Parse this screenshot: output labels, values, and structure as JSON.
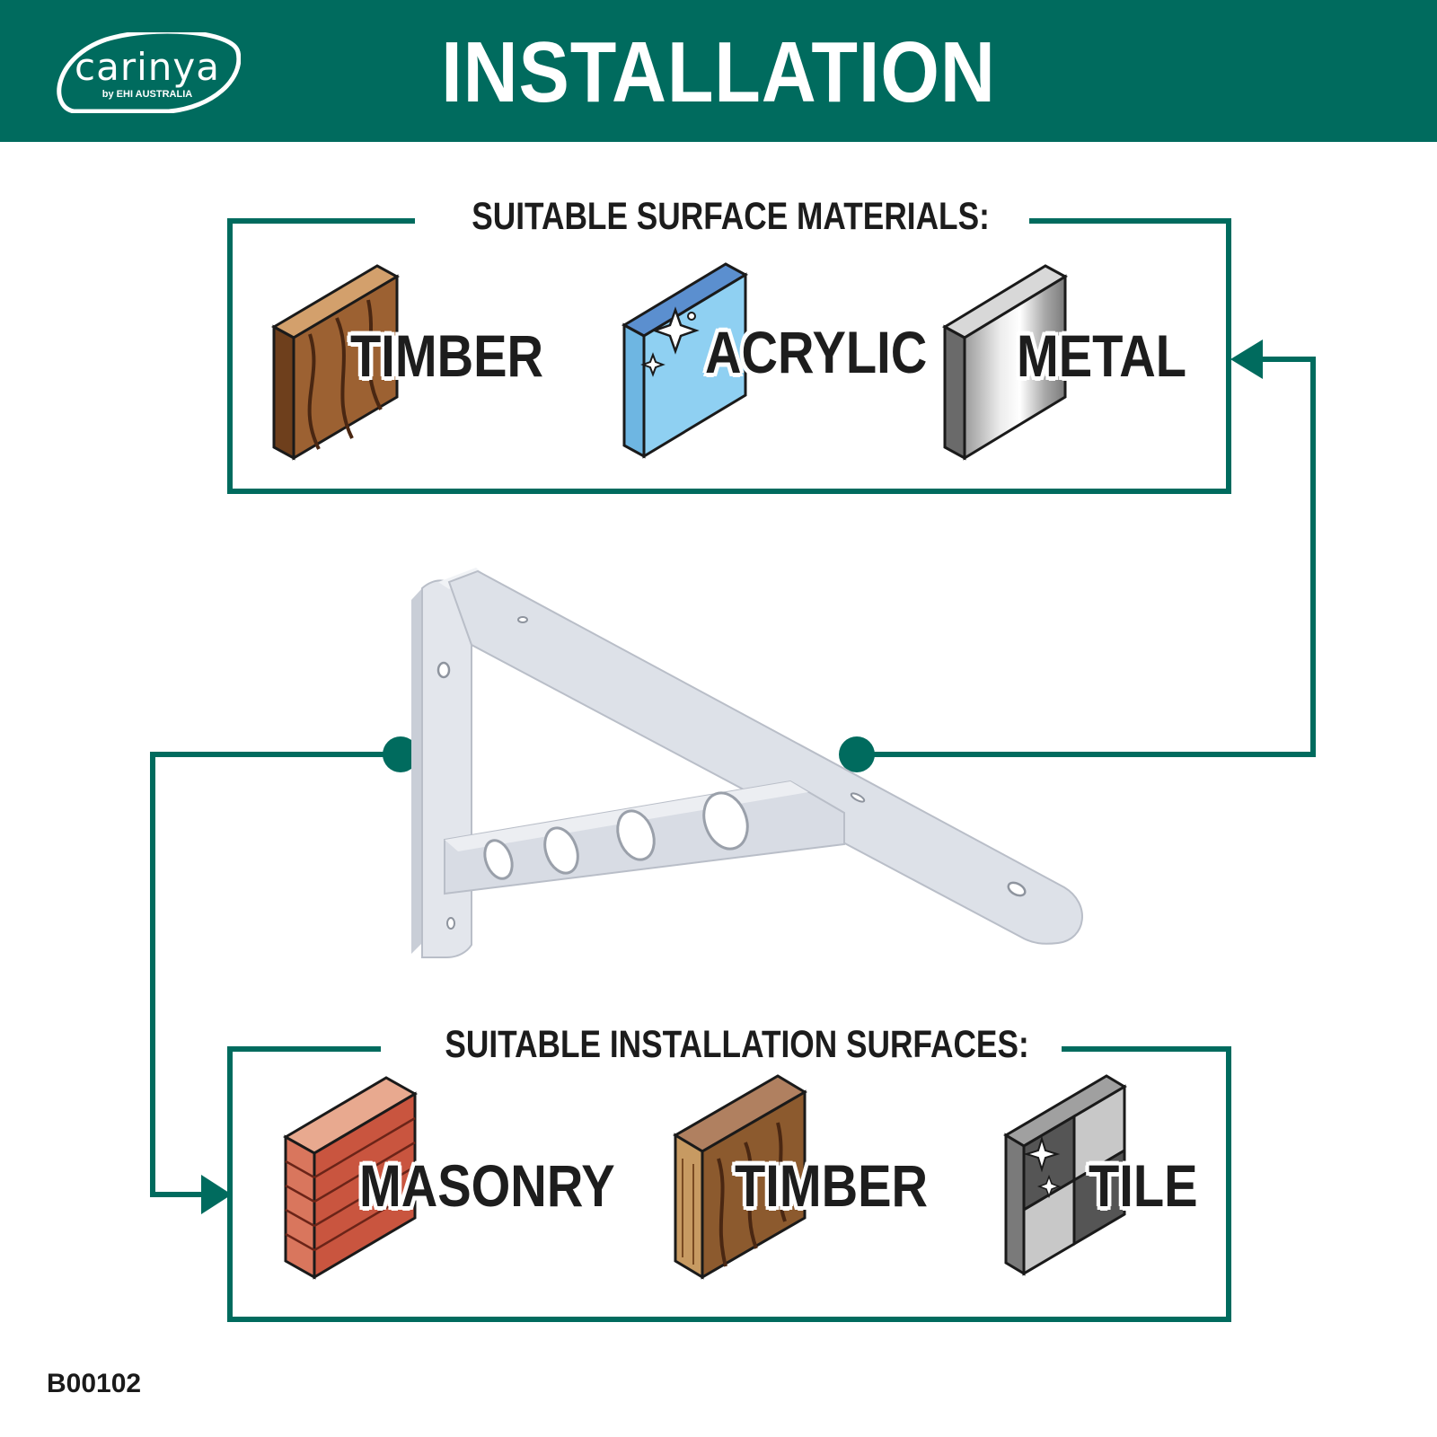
{
  "header": {
    "brand": "carinya",
    "brand_sub": "by EHI AUSTRALIA",
    "title": "INSTALLATION",
    "bg_color": "#006b5e"
  },
  "materials_box": {
    "title": "SUITABLE SURFACE MATERIALS:",
    "items": [
      {
        "label": "TIMBER",
        "icon": "timber-panel-icon"
      },
      {
        "label": "ACRYLIC",
        "icon": "acrylic-panel-icon"
      },
      {
        "label": "METAL",
        "icon": "metal-panel-icon"
      }
    ]
  },
  "surfaces_box": {
    "title": "SUITABLE INSTALLATION SURFACES:",
    "items": [
      {
        "label": "MASONRY",
        "icon": "brick-wall-icon"
      },
      {
        "label": "TIMBER",
        "icon": "timber-wall-icon"
      },
      {
        "label": "TILE",
        "icon": "tile-wall-icon"
      }
    ]
  },
  "product_code": "B00102",
  "colors": {
    "accent": "#006b5e",
    "text": "#1d1d1d",
    "bracket": "#dfe3ea"
  }
}
